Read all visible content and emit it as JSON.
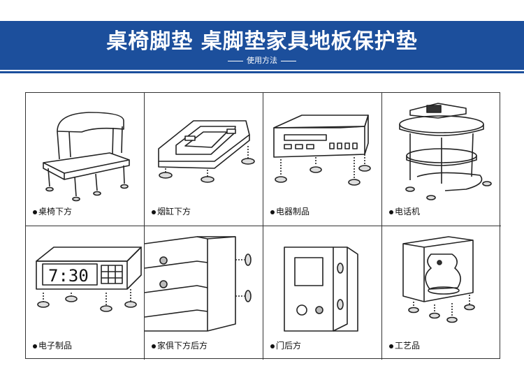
{
  "banner": {
    "title": "桌椅脚垫 桌脚垫家具地板保护垫",
    "subtitle": "使用方法",
    "color": "#1c4f9c"
  },
  "usage": {
    "items": [
      {
        "label": "桌椅下方",
        "icon": "chair-icon"
      },
      {
        "label": "烟缸下方",
        "icon": "ashtray-icon"
      },
      {
        "label": "电器制品",
        "icon": "electronic-device-icon"
      },
      {
        "label": "电话机",
        "icon": "telephone-icon"
      },
      {
        "label": "电子制品",
        "icon": "digital-clock-icon",
        "clock_text": "7:30"
      },
      {
        "label": "家俱下方后方",
        "icon": "cabinet-icon"
      },
      {
        "label": "门后方",
        "icon": "door-safe-icon"
      },
      {
        "label": "工艺品",
        "icon": "crafts-display-icon"
      }
    ]
  }
}
